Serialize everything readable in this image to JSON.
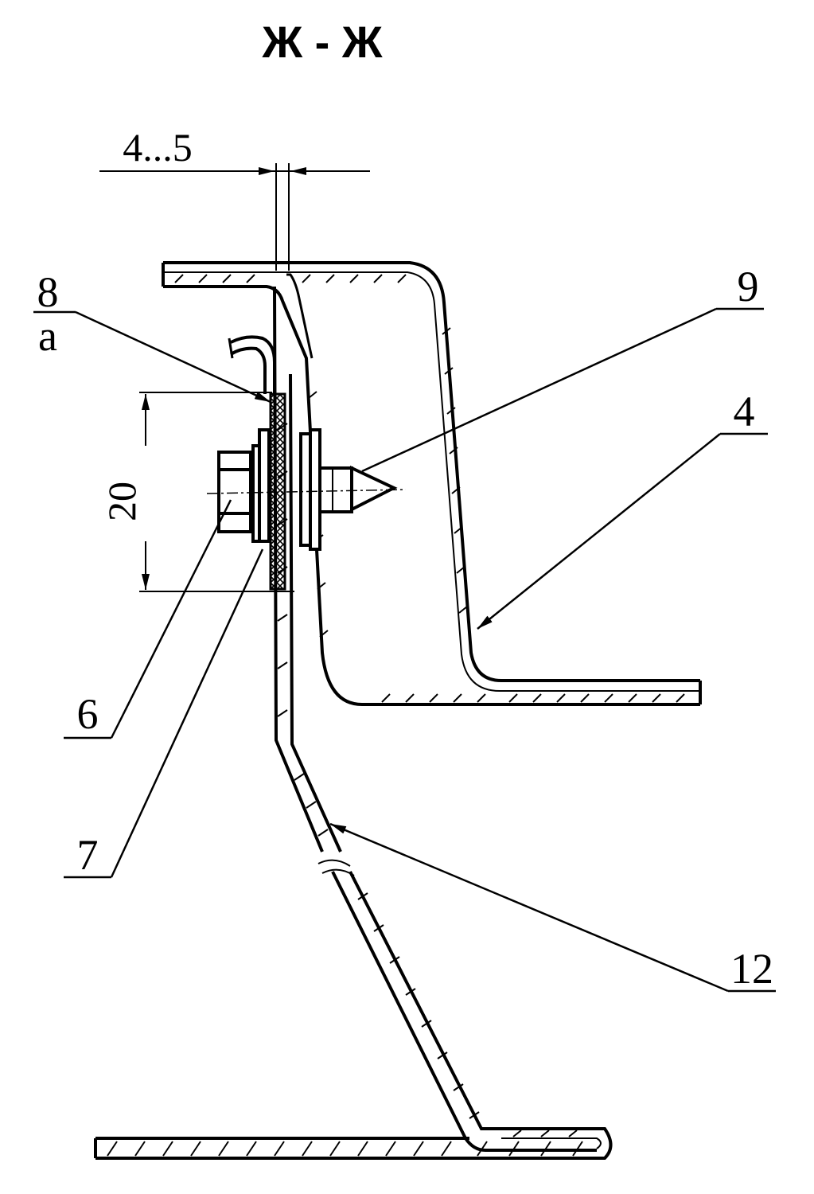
{
  "title": "Ж - Ж",
  "dimensions": {
    "gap": "4...5",
    "height": "20"
  },
  "callouts": {
    "part8": "8",
    "part8_sub": "a",
    "part9": "9",
    "part4": "4",
    "part6": "6",
    "part7": "7",
    "part12": "12"
  }
}
